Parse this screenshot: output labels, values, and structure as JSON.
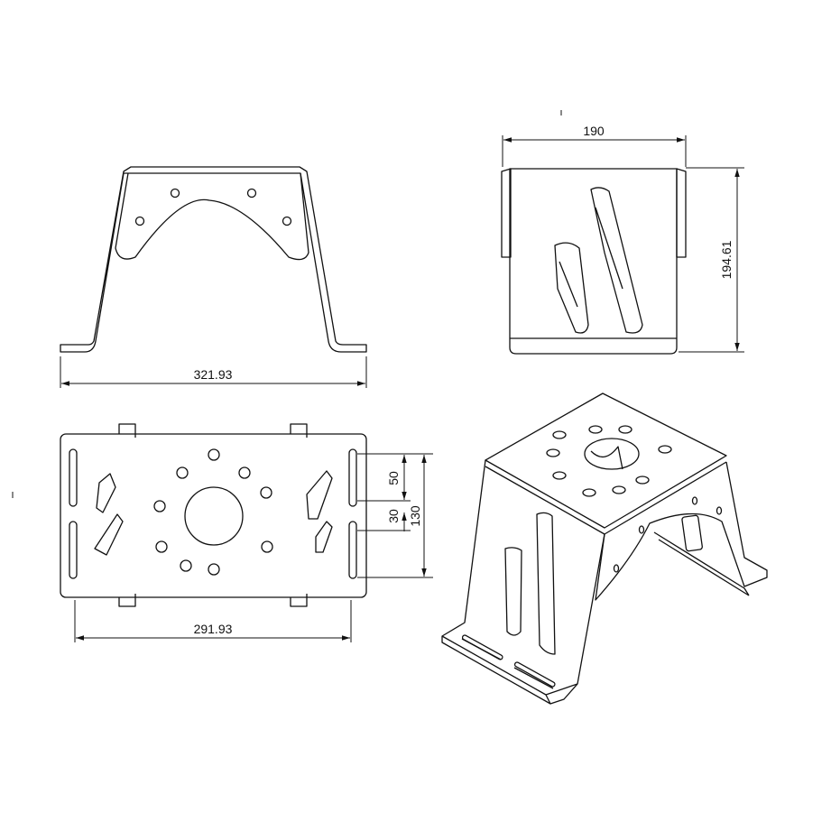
{
  "dimensions": {
    "front_width": "321.93",
    "side_width": "190",
    "side_height": "194.61",
    "plan_width": "291.93",
    "plan_slot_spacing": "50",
    "plan_slot_gap": "30",
    "plan_slot_total": "130"
  },
  "colors": {
    "line": "#111111",
    "background": "#ffffff"
  }
}
